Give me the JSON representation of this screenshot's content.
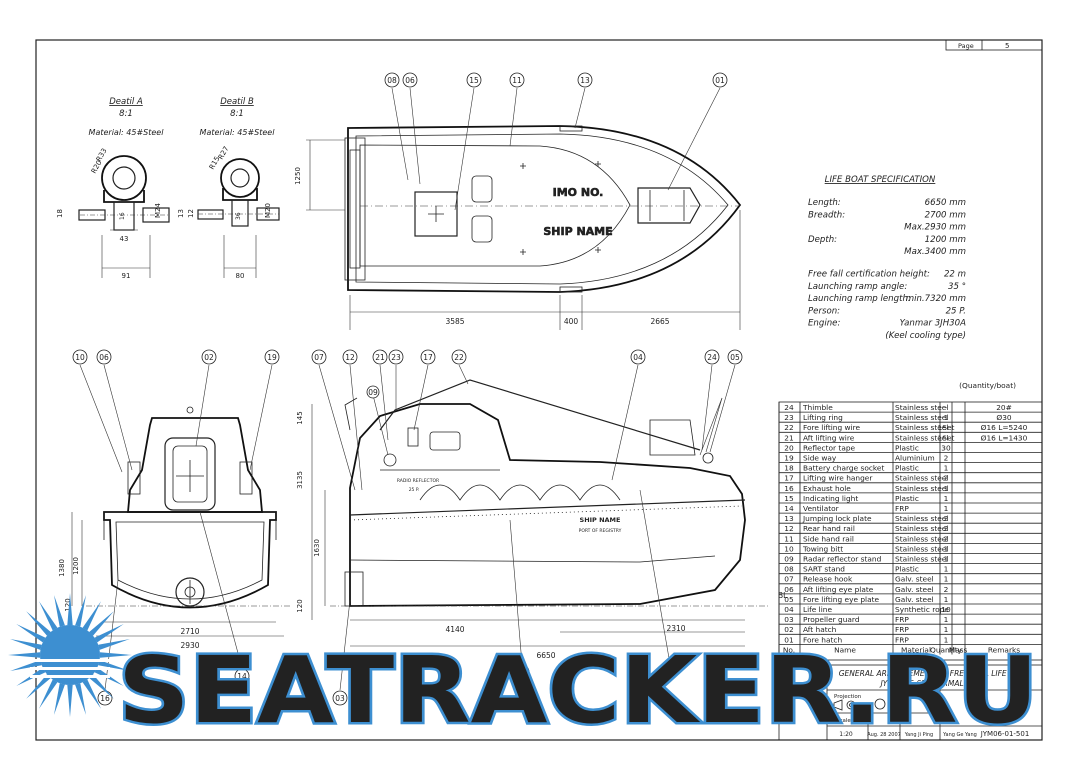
{
  "page_box": {
    "label": "Page",
    "number": "5"
  },
  "details": {
    "a": {
      "title": "Deatil A",
      "scale": "8:1",
      "material": "Material: 45#Steel",
      "dims": [
        "R33",
        "R20",
        "18",
        "16",
        "43",
        "M24",
        "91"
      ]
    },
    "b": {
      "title": "Deatil B",
      "scale": "8:1",
      "material": "Material: 45#Steel",
      "dims": [
        "R27",
        "R15",
        "13",
        "12",
        "36",
        "M20",
        "80"
      ]
    }
  },
  "plan_view": {
    "dims": {
      "width": "1250",
      "length_a": "3585",
      "length_b": "400",
      "length_c": "2665"
    },
    "deck_text": {
      "line1": "IMO NO.",
      "line2": "SHIP NAME"
    },
    "callouts": [
      "08",
      "06",
      "15",
      "11",
      "13",
      "01"
    ]
  },
  "spec": {
    "title": "LIFE BOAT SPECIFICATION",
    "rows": [
      {
        "label": "Length:",
        "value": "6650 mm"
      },
      {
        "label": "Breadth:",
        "value": "2700 mm"
      },
      {
        "label": "",
        "value": "Max.2930 mm"
      },
      {
        "label": "Depth:",
        "value": "1200 mm"
      },
      {
        "label": "",
        "value": "Max.3400 mm"
      },
      {
        "label": "Free fall certification height:",
        "value": "22 m"
      },
      {
        "label": "Launching ramp angle:",
        "value": "35 °"
      },
      {
        "label": "Launching ramp length:",
        "value": "min.7320 mm"
      },
      {
        "label": "Person:",
        "value": "25 P."
      },
      {
        "label": "Engine:",
        "value": "Yanmar 3JH30A"
      },
      {
        "label": "",
        "value": "(Keel cooling type)"
      }
    ]
  },
  "front_view": {
    "dims": {
      "h1": "1200",
      "h2": "1380",
      "h3": "120",
      "w1": "2710",
      "w2": "2930"
    },
    "callouts": [
      "10",
      "06",
      "02",
      "19",
      "16",
      "14"
    ]
  },
  "side_view": {
    "dims": {
      "h1": "145",
      "h2": "3135",
      "h3": "1630",
      "h4": "120",
      "l1": "4140",
      "l2": "2310",
      "l3": "6650"
    },
    "hull_text": {
      "ship_name": "SHIP NAME",
      "port": "PORT OF REGISTRY",
      "hatch_label": "RADIO REFLECTOR",
      "hatch_sub": "25 P."
    },
    "bl": "BL",
    "callouts": [
      "07",
      "12",
      "21",
      "23",
      "17",
      "22",
      "09",
      "04",
      "24",
      "05",
      "03",
      "18",
      "20"
    ]
  },
  "parts_list": {
    "qty_caption": "(Quantity/boat)",
    "headers": [
      "No.",
      "Name",
      "Material",
      "Quantity",
      "Mass",
      "Remarks"
    ],
    "rows": [
      {
        "no": "24",
        "name": "Thimble",
        "mat": "Stainless steel",
        "qty": "-",
        "rem": "20#"
      },
      {
        "no": "23",
        "name": "Lifting ring",
        "mat": "Stainless steel",
        "qty": "1",
        "rem": "Ø30"
      },
      {
        "no": "22",
        "name": "Fore lifting wire",
        "mat": "Stainless steel",
        "qty": "1Set",
        "rem": "Ø16 L=5240"
      },
      {
        "no": "21",
        "name": "Aft lifting wire",
        "mat": "Stainless steel",
        "qty": "1Set",
        "rem": "Ø16 L=1430"
      },
      {
        "no": "20",
        "name": "Reflector tape",
        "mat": "Plastic",
        "qty": "30",
        "rem": ""
      },
      {
        "no": "19",
        "name": "Side way",
        "mat": "Aluminium",
        "qty": "2",
        "rem": ""
      },
      {
        "no": "18",
        "name": "Battery charge socket",
        "mat": "Plastic",
        "qty": "1",
        "rem": ""
      },
      {
        "no": "17",
        "name": "Lifting wire hanger",
        "mat": "Stainless steel",
        "qty": "2",
        "rem": ""
      },
      {
        "no": "16",
        "name": "Exhaust hole",
        "mat": "Stainless steel",
        "qty": "1",
        "rem": ""
      },
      {
        "no": "15",
        "name": "Indicating light",
        "mat": "Plastic",
        "qty": "1",
        "rem": ""
      },
      {
        "no": "14",
        "name": "Ventilator",
        "mat": "FRP",
        "qty": "1",
        "rem": ""
      },
      {
        "no": "13",
        "name": "Jumping lock plate",
        "mat": "Stainless steel",
        "qty": "2",
        "rem": ""
      },
      {
        "no": "12",
        "name": "Rear hand rail",
        "mat": "Stainless steel",
        "qty": "2",
        "rem": ""
      },
      {
        "no": "11",
        "name": "Side hand rail",
        "mat": "Stainless steel",
        "qty": "2",
        "rem": ""
      },
      {
        "no": "10",
        "name": "Towing bitt",
        "mat": "Stainless steel",
        "qty": "1",
        "rem": ""
      },
      {
        "no": "09",
        "name": "Radar reflector stand",
        "mat": "Stainless steel",
        "qty": "1",
        "rem": ""
      },
      {
        "no": "08",
        "name": "SART stand",
        "mat": "Plastic",
        "qty": "1",
        "rem": ""
      },
      {
        "no": "07",
        "name": "Release hook",
        "mat": "Galv. steel",
        "qty": "1",
        "rem": ""
      },
      {
        "no": "06",
        "name": "Aft lifting eye plate",
        "mat": "Galv. steel",
        "qty": "2",
        "rem": ""
      },
      {
        "no": "05",
        "name": "Fore lifting eye plate",
        "mat": "Galv. steel",
        "qty": "1",
        "rem": ""
      },
      {
        "no": "04",
        "name": "Life line",
        "mat": "Synthetic rope",
        "qty": "10",
        "rem": ""
      },
      {
        "no": "03",
        "name": "Propeller guard",
        "mat": "FRP",
        "qty": "1",
        "rem": ""
      },
      {
        "no": "02",
        "name": "Aft hatch",
        "mat": "FRP",
        "qty": "1",
        "rem": ""
      },
      {
        "no": "01",
        "name": "Fore hatch",
        "mat": "FRP",
        "qty": "1",
        "rem": ""
      }
    ]
  },
  "title_block": {
    "title1": "GENERAL ARRANGEMENT OF FREE-FALL LIFE BOAT",
    "title2": "JYM-FN-6.65 (NORMAL TYPE)",
    "projection": "Projection",
    "scale_label": "Scale",
    "scale": "1:20",
    "date": "Aug. 28 2007",
    "drawn": "Yang Ji Ping",
    "checked": "Yang Ge Yang",
    "drawing_no": "JYM06-01-501"
  },
  "watermark": "SEATRACKER.RU",
  "colors": {
    "line": "#222222",
    "watermark": "#3d8fd1",
    "paper": "#ffffff"
  }
}
